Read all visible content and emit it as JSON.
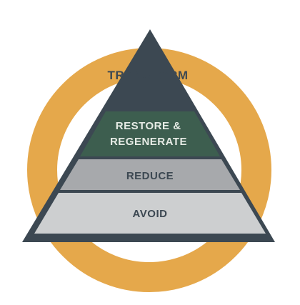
{
  "diagram": {
    "ring_label": "TRANSFORM",
    "tiers": [
      {
        "id": "restore",
        "lines": [
          "RESTORE &",
          "REGENERATE"
        ],
        "fill": "#3d5e4f",
        "text_color": "#e6ebe5"
      },
      {
        "id": "reduce",
        "lines": [
          "REDUCE"
        ],
        "fill": "#a7a9ac",
        "text_color": "#3c4852"
      },
      {
        "id": "avoid",
        "lines": [
          "AVOID"
        ],
        "fill": "#cdcfd0",
        "text_color": "#3c4852"
      }
    ]
  },
  "colors": {
    "ring": "#e5a84b",
    "pyramid_outline": "#3c4852",
    "ring_text": "#3c4852"
  }
}
